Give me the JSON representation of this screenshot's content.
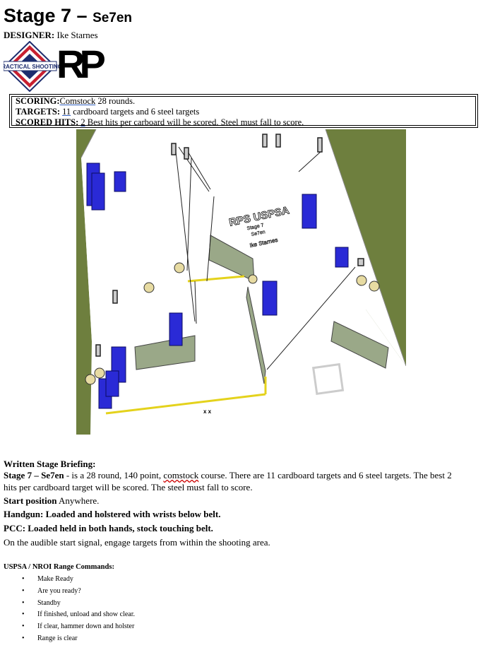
{
  "header": {
    "title_main": "Stage 7 – ",
    "title_name": "Se7en",
    "designer_label": "DESIGNER:",
    "designer_name": "Ike Starnes",
    "logo_uspsa_text": "PRACTICAL SHOOTING",
    "logo_rp_text": "RP"
  },
  "scoring": {
    "scoring_label": "SCORING:",
    "scoring_method": "Comstock",
    "scoring_rest": " 28 rounds.",
    "targets_label": "TARGETS:",
    "targets_count": "11",
    "targets_rest": " cardboard targets and 6 steel targets",
    "hits_label": "SCORED HITS:",
    "hits_count": "2",
    "hits_rest": " Best hits per carboard will be scored. Steel must fall to score."
  },
  "diagram": {
    "sign_title": "RPS USPSA",
    "sign_line1": "Stage 7",
    "sign_line2": "Se7en",
    "sign_line3": "Ike Starnes",
    "floor_marks": "x x",
    "colors": {
      "grass": "#6e7f3e",
      "floor": "#ffffff",
      "wall": "#9aa888",
      "barrel": "#2a2ad6",
      "fault_line": "#e4d21c"
    }
  },
  "briefing": {
    "heading": "Written Stage Briefing:",
    "stage_label": "Stage 7 – Se7en",
    "stage_text_1": " - is a 28 round, 140 point, ",
    "stage_text_comstock": "comstock",
    "stage_text_2": " course. There are 11 cardboard targets and 6 steel targets. The best 2",
    "stage_text_3": "hits per cardboard target will be scored. The steel must fall to score.",
    "start_label": "Start position",
    "start_value": " Anywhere.",
    "handgun": "Handgun: Loaded and holstered with wrists below belt.",
    "pcc": "PCC: Loaded held in both hands, stock touching belt.",
    "signal": "On the audible start signal, engage targets from within the shooting area."
  },
  "commands": {
    "title": "USPSA / NROI Range Commands:",
    "items": [
      "Make Ready",
      "Are you ready?",
      "Standby",
      "If finished, unload and show clear.",
      "If clear, hammer down and holster",
      "Range is clear"
    ]
  }
}
